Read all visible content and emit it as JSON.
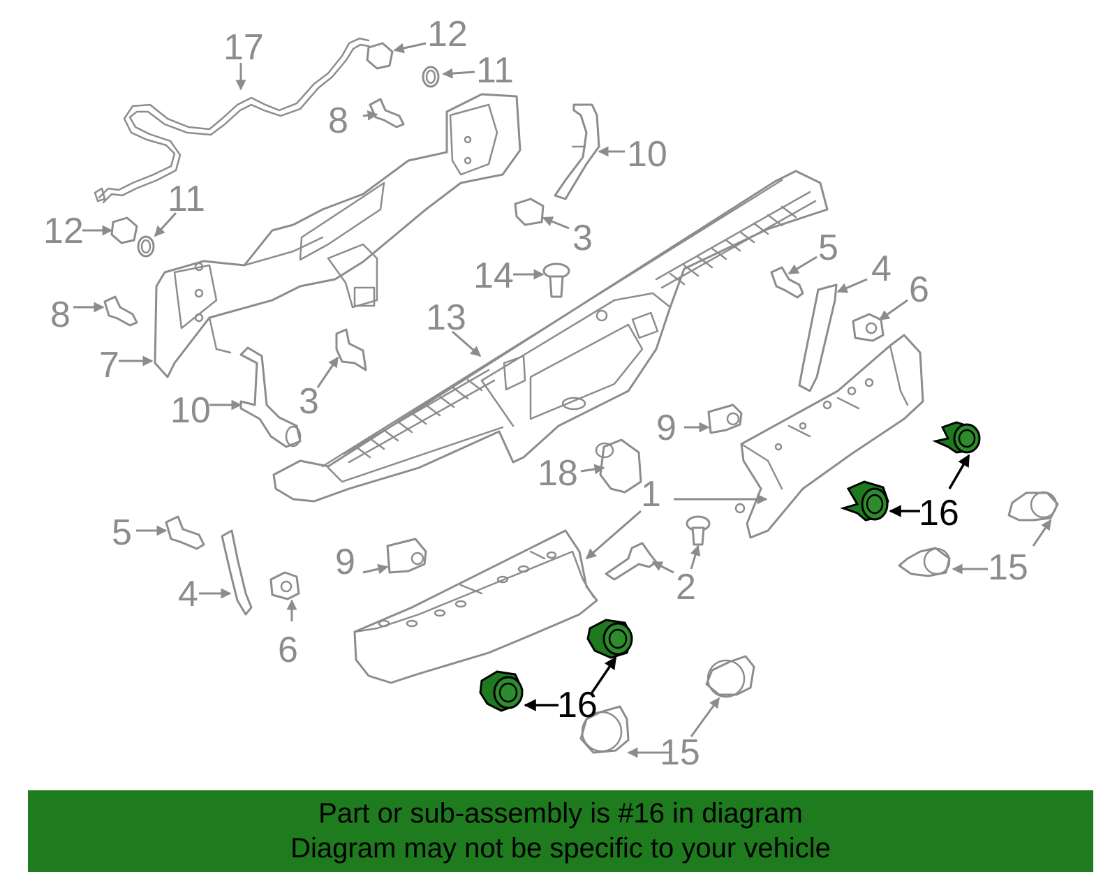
{
  "callouts": {
    "n1": "1",
    "n2": "2",
    "n3": "3",
    "n4": "4",
    "n5": "5",
    "n6": "6",
    "n7": "7",
    "n8": "8",
    "n9": "9",
    "n10": "10",
    "n11": "11",
    "n12": "12",
    "n13": "13",
    "n14": "14",
    "n15": "15",
    "n16": "16",
    "n17": "17",
    "n18": "18"
  },
  "highlight_part": "16",
  "colors": {
    "highlight_fill": "#1f7a1f",
    "banner_background": "#1e7b1e",
    "line_art": "#8c8c8c"
  },
  "banner": {
    "line1": "Part or sub-assembly is #16 in diagram",
    "line2": "Diagram may not be specific to your vehicle"
  }
}
